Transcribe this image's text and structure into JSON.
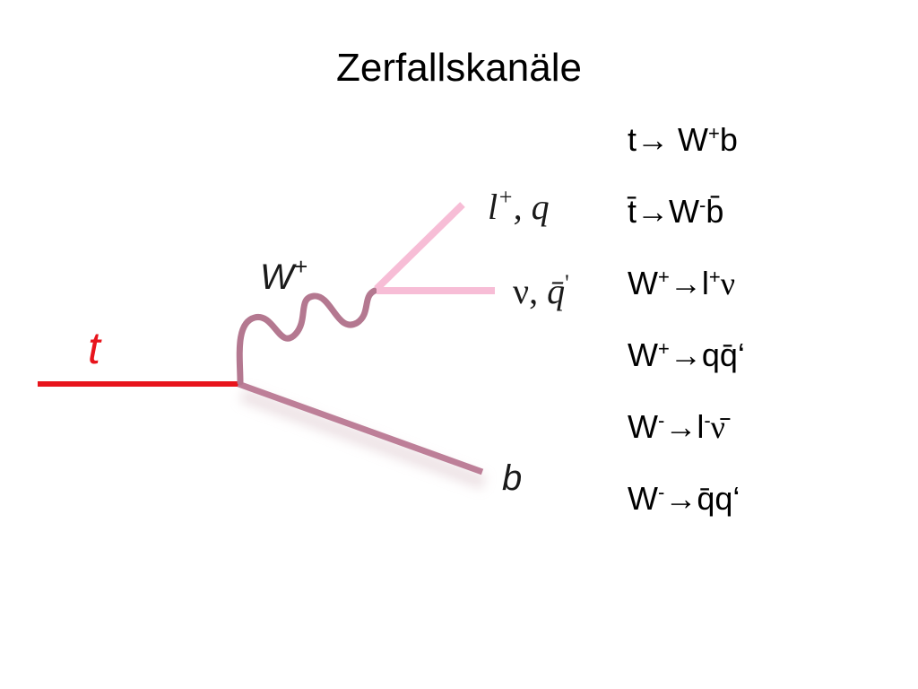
{
  "title": "Zerfallskanäle",
  "diagram": {
    "top_label": "t",
    "w_label": "W",
    "w_charge": "+",
    "lepton_label": "l",
    "lepton_charge": "+",
    "lepton_alt": ", q",
    "neutrino_label": "ν, ",
    "antiquark_label": "q̄",
    "antiquark_prime": "'",
    "bottom_label": "b",
    "colors": {
      "top_line": "#e8141c",
      "w_boson": "#b47890",
      "b_line": "#bd7f98",
      "decay_lines": "#f7bdd6"
    }
  },
  "decays": [
    {
      "lhs": "t",
      "arrow": "→ W",
      "sup": "+",
      "rhs": "b"
    },
    {
      "lhs": "t̄",
      "arrow": "→W",
      "sup": "-",
      "rhs": "b̄"
    },
    {
      "lhs": "W",
      "lhs_sup": "+",
      "arrow": "→l",
      "sup": "+",
      "rhs": "ν"
    },
    {
      "lhs": "W",
      "lhs_sup": "+",
      "arrow": "→qq̄‘"
    },
    {
      "lhs": "W",
      "lhs_sup": "-",
      "arrow": "→l",
      "sup": "-",
      "rhs": "ν̄"
    },
    {
      "lhs": "W",
      "lhs_sup": "-",
      "arrow": "→q̄q‘"
    }
  ]
}
